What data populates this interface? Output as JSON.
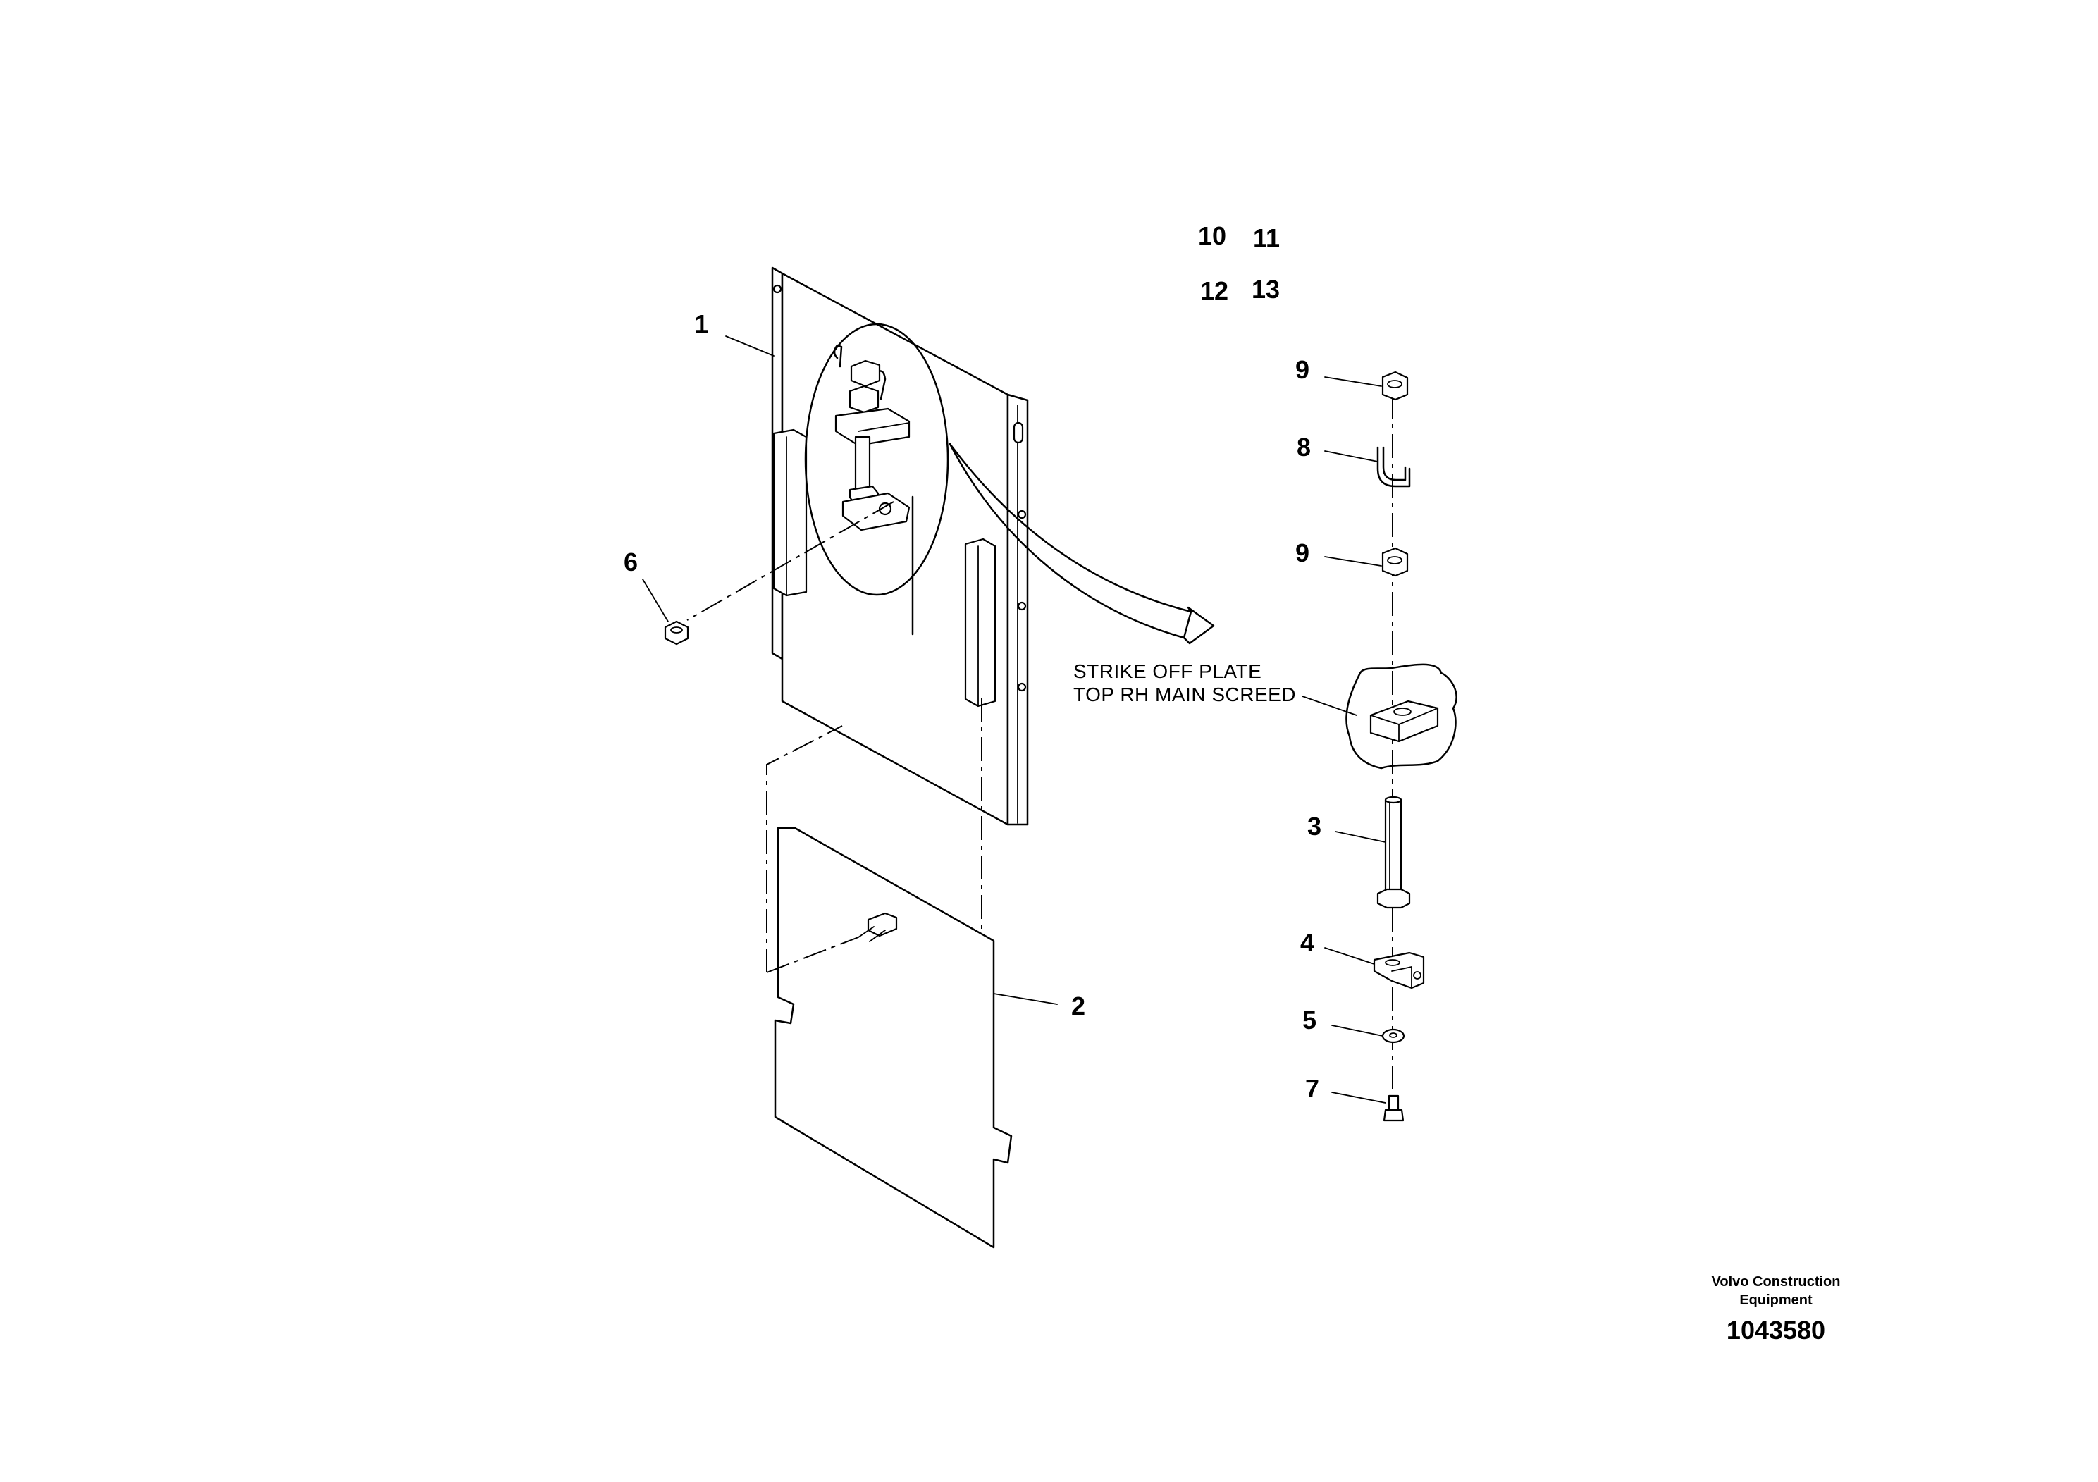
{
  "callouts": {
    "c1": "1",
    "c2": "2",
    "c3": "3",
    "c4": "4",
    "c5": "5",
    "c6": "6",
    "c7": "7",
    "c8": "8",
    "c9a": "9",
    "c9b": "9",
    "c10": "10",
    "c11": "11",
    "c12": "12",
    "c13": "13"
  },
  "note": {
    "line1": "STRIKE OFF PLATE",
    "line2": "TOP RH MAIN SCREED"
  },
  "footer": {
    "brand_line1": "Volvo Construction",
    "brand_line2": "Equipment",
    "doc_number": "1043580"
  }
}
